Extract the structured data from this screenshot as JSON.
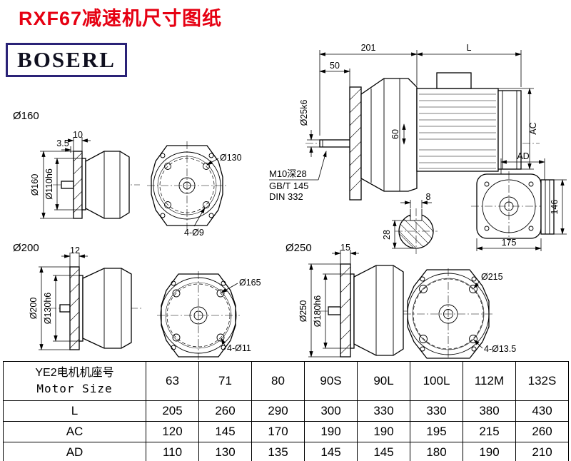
{
  "title": "RXF67减速机尺寸图纸",
  "logo": "BOSERL",
  "drawing": {
    "main": {
      "dim_length_motor": "201",
      "dim_length_l": "L",
      "dim_50": "50",
      "dim_shaft_dia": "Ø25k6",
      "dim_60": "60",
      "dim_ac": "AC",
      "note_tap": "M10深28",
      "note_gb": "GB/T 145",
      "note_din": "DIN 332"
    },
    "keyway": {
      "dim_width": "8",
      "dim_height": "28"
    },
    "rear": {
      "dim_ad": "AD",
      "dim_146": "146",
      "dim_175": "175"
    },
    "f160": {
      "label": "Ø160",
      "dim_10": "10",
      "dim_3_5": "3.5",
      "dim_flange": "Ø160",
      "dim_pilot": "Ø110h6",
      "dim_bolt_circle": "Ø130",
      "dim_holes": "4-Ø9"
    },
    "f200": {
      "label": "Ø200",
      "dim_12": "12",
      "dim_flange": "Ø200",
      "dim_pilot": "Ø130h6",
      "dim_bolt_circle": "Ø165",
      "dim_holes": "4-Ø11"
    },
    "f250": {
      "label": "Ø250",
      "dim_15": "15",
      "dim_flange": "Ø250",
      "dim_pilot": "Ø180h6",
      "dim_bolt_circle": "Ø215",
      "dim_holes": "4-Ø13.5"
    }
  },
  "table": {
    "header_line1": "YE2电机机座号",
    "header_line2": "Motor Size",
    "sizes": [
      "63",
      "71",
      "80",
      "90S",
      "90L",
      "100L",
      "112M",
      "132S"
    ],
    "rows": [
      {
        "label": "L",
        "values": [
          "205",
          "260",
          "290",
          "300",
          "330",
          "330",
          "380",
          "430"
        ]
      },
      {
        "label": "AC",
        "values": [
          "120",
          "145",
          "170",
          "190",
          "190",
          "195",
          "215",
          "260"
        ]
      },
      {
        "label": "AD",
        "values": [
          "110",
          "130",
          "135",
          "145",
          "145",
          "180",
          "190",
          "210"
        ]
      }
    ]
  }
}
